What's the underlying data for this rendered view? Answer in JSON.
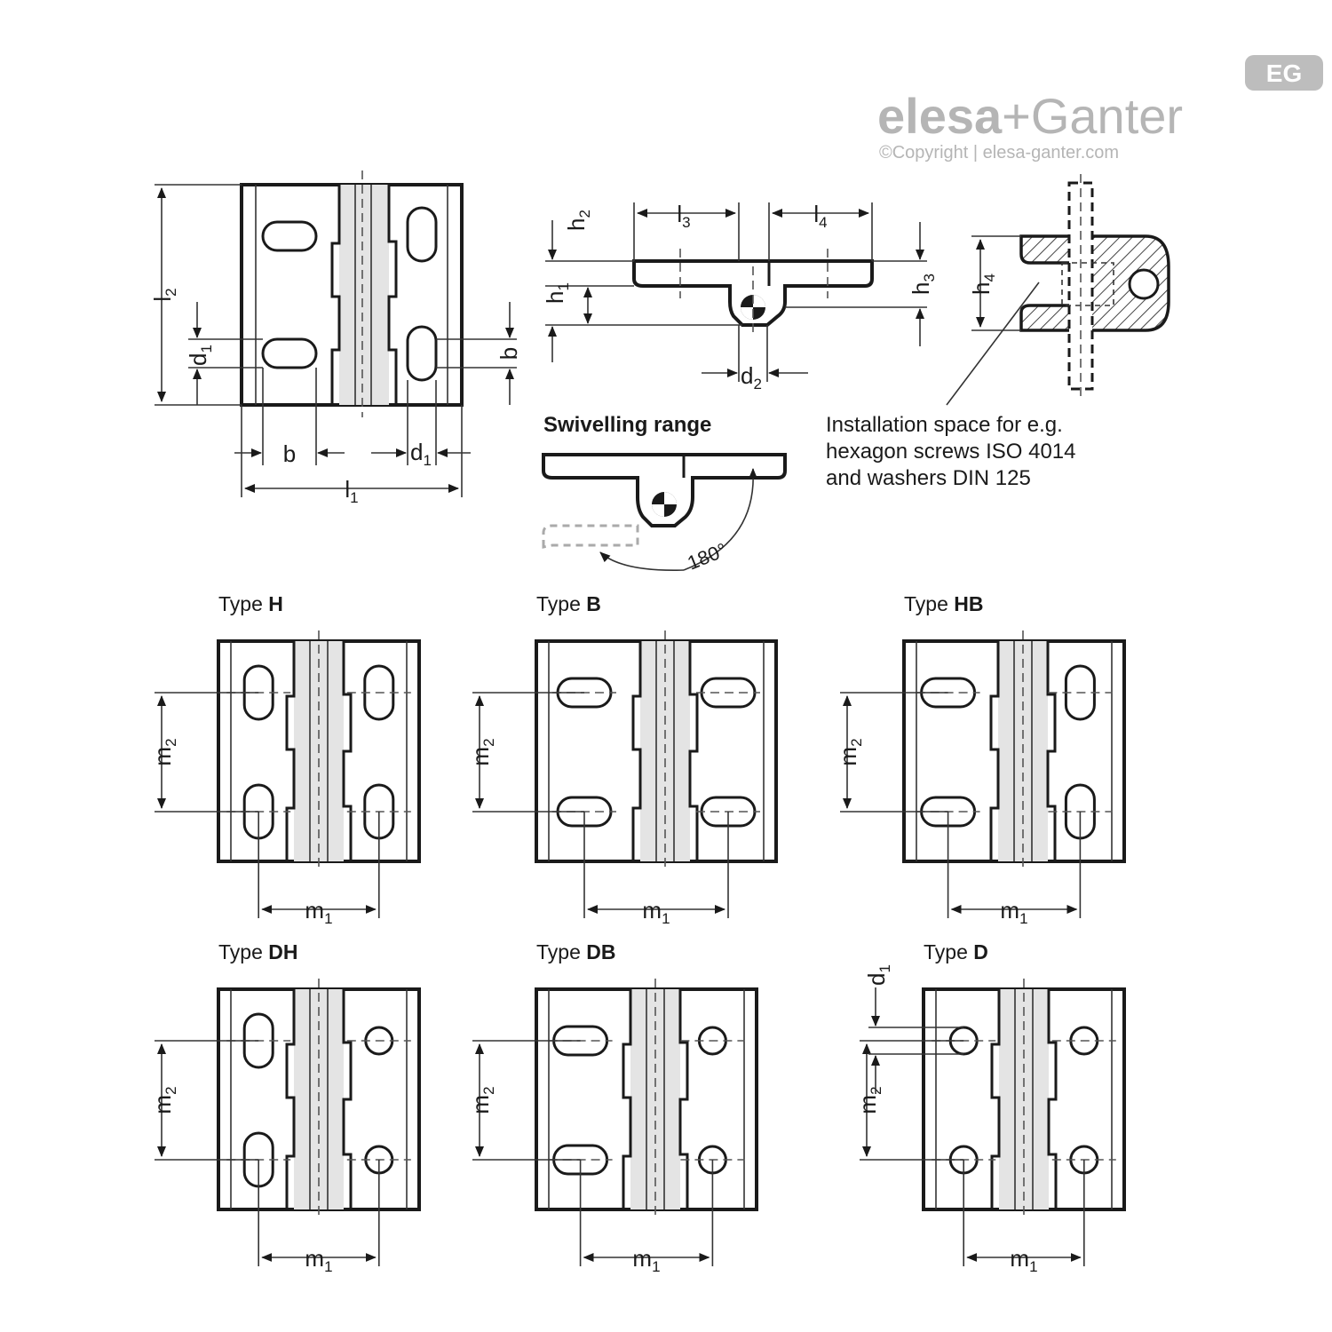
{
  "logo": {
    "badge": "EG",
    "brand_elesa": "elesa",
    "brand_plus": "+",
    "brand_ganter": "Ganter",
    "copyright": "©Copyright | elesa-ganter.com",
    "brand_color": "#b5b5b5"
  },
  "labels": {
    "swivelling_title": "Swivelling range",
    "angle": "180°",
    "note_line1": "Installation space for e.g.",
    "note_line2": "hexagon screws ISO 4014",
    "note_line3": "and washers DIN 125"
  },
  "dims": {
    "l": "l",
    "h": "h",
    "d": "d",
    "b": "b",
    "m": "m",
    "s1": "1",
    "s2": "2",
    "s3": "3",
    "s4": "4"
  },
  "types": [
    {
      "prefix": "Type ",
      "code": "H"
    },
    {
      "prefix": "Type ",
      "code": "B"
    },
    {
      "prefix": "Type ",
      "code": "HB"
    },
    {
      "prefix": "Type ",
      "code": "DH"
    },
    {
      "prefix": "Type ",
      "code": "DB"
    },
    {
      "prefix": "Type ",
      "code": "D"
    }
  ]
}
